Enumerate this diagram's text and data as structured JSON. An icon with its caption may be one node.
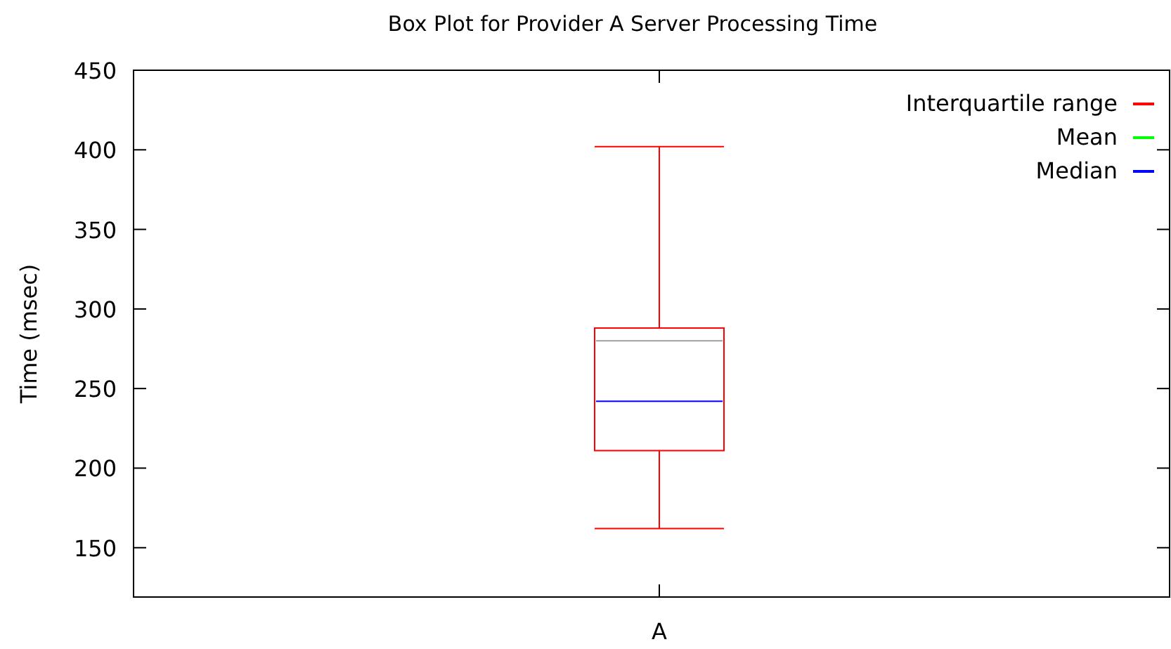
{
  "diagram": {
    "title": "Box Plot for Provider A Server Processing Time",
    "labels": [
      "450",
      "400",
      "350",
      "300",
      "250",
      "200",
      "150",
      "Time (msec)",
      "A"
    ],
    "legend": [
      {
        "text": "Interquartile range",
        "color": "#ff0000"
      },
      {
        "text": "Mean",
        "color": "#00ff00"
      },
      {
        "text": "Median",
        "color": "#0000ff"
      }
    ]
  }
}
